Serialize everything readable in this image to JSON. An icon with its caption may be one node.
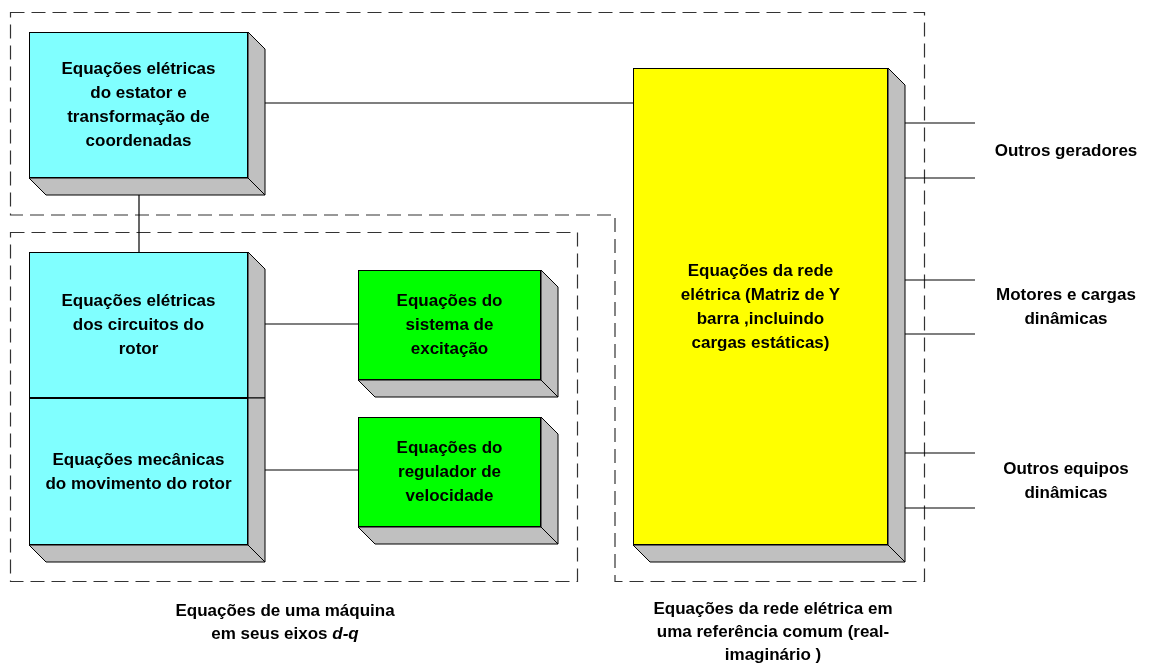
{
  "diagram": {
    "nodes": [
      {
        "text": [
          "Equações da rede elétrica em uma referência comum (real-imaginário )"
        ]
      },
      {
        "text": [
          "Equações elétricas do estator e transformação de coordenadas"
        ],
        "in": 0
      },
      {
        "text": [
          "Equações da rede elétrica (Matriz de Y barra ,incluindo cargas estáticas)"
        ],
        "in": 0
      },
      {
        "text": [
          "Equações de uma máquina em seus eixos *d-q*"
        ]
      },
      {
        "text": [
          "Equações elétricas dos circuitos do rotor"
        ],
        "in": 3
      },
      {
        "text": [
          "Equações mecânicas do movimento do rotor"
        ],
        "in": 3
      },
      {
        "text": [
          "Equações do sistema de excitação"
        ],
        "in": 3
      },
      {
        "text": [
          "Equações do regulador de velocidade"
        ],
        "in": 3
      },
      {
        "text": [
          "Outros geradores"
        ]
      },
      {
        "text": [
          "Motores e cargas dinâmicas"
        ]
      },
      {
        "text": [
          "Outros equipos dinâmicas"
        ]
      }
    ],
    "edges": [
      {
        "from": 1,
        "to": 2,
        "arrow": "none"
      },
      {
        "from": 1,
        "to": 4,
        "arrow": "none"
      },
      {
        "from": 4,
        "to": 6,
        "arrow": "none"
      },
      {
        "from": 5,
        "to": 7,
        "arrow": "none"
      },
      {
        "from": 2,
        "to": 8,
        "arrow": "none"
      },
      {
        "from": 2,
        "to": 8,
        "arrow": "none"
      },
      {
        "from": 2,
        "to": 9,
        "arrow": "none"
      },
      {
        "from": 2,
        "to": 9,
        "arrow": "none"
      },
      {
        "from": 2,
        "to": 10,
        "arrow": "none"
      },
      {
        "from": 2,
        "to": 10,
        "arrow": "none"
      }
    ]
  }
}
